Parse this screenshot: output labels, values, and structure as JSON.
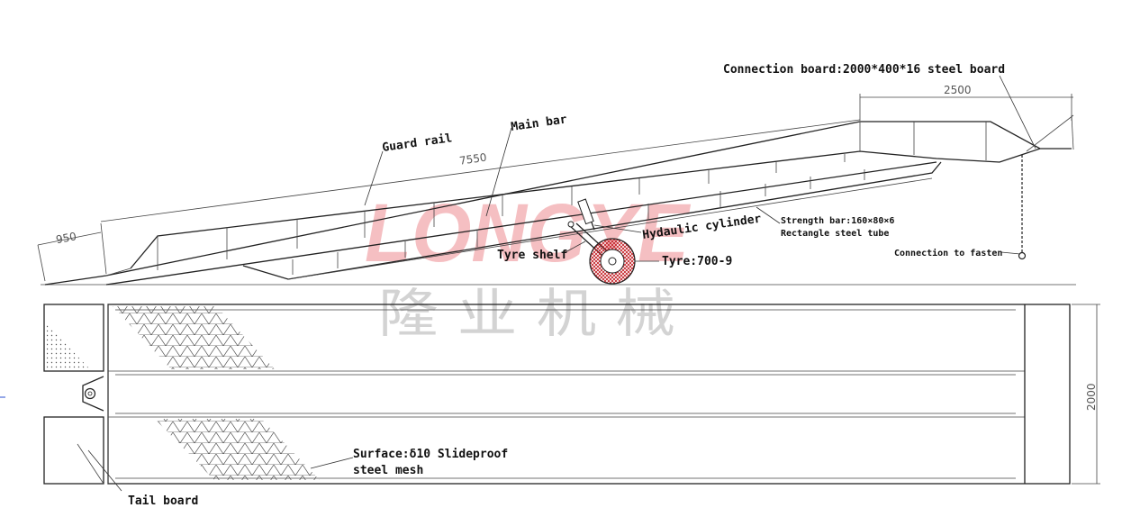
{
  "colors": {
    "line": "#222222",
    "watermark_red": "#f2a9ae",
    "watermark_grey": "#c8c8c8",
    "background": "#ffffff",
    "tyre_red": "#d8232a"
  },
  "labels": {
    "connection_board": "Connection board:2000*400*16 steel board",
    "main_bar": "Main bar",
    "guard_rail": "Guard rail",
    "hydraulic_cylinder": "Hydaulic cylinder",
    "strength_bar_line1": "Strength bar:160×80×6",
    "strength_bar_line2": "Rectangle steel tube",
    "tyre_shelf": "Tyre shelf",
    "tyre": "Tyre:700-9",
    "connection_fasten": "Connection to fasten",
    "surface_line1": "Surface:δ10 Slideproof",
    "surface_line2": "steel mesh",
    "tail_board": "Tail board"
  },
  "dimensions": {
    "platform_length": "2500",
    "ramp_length": "7550",
    "tail_length": "950",
    "width": "2000"
  },
  "watermark": {
    "brand": "LONGYE",
    "chinese": "隆 业 机 械"
  }
}
